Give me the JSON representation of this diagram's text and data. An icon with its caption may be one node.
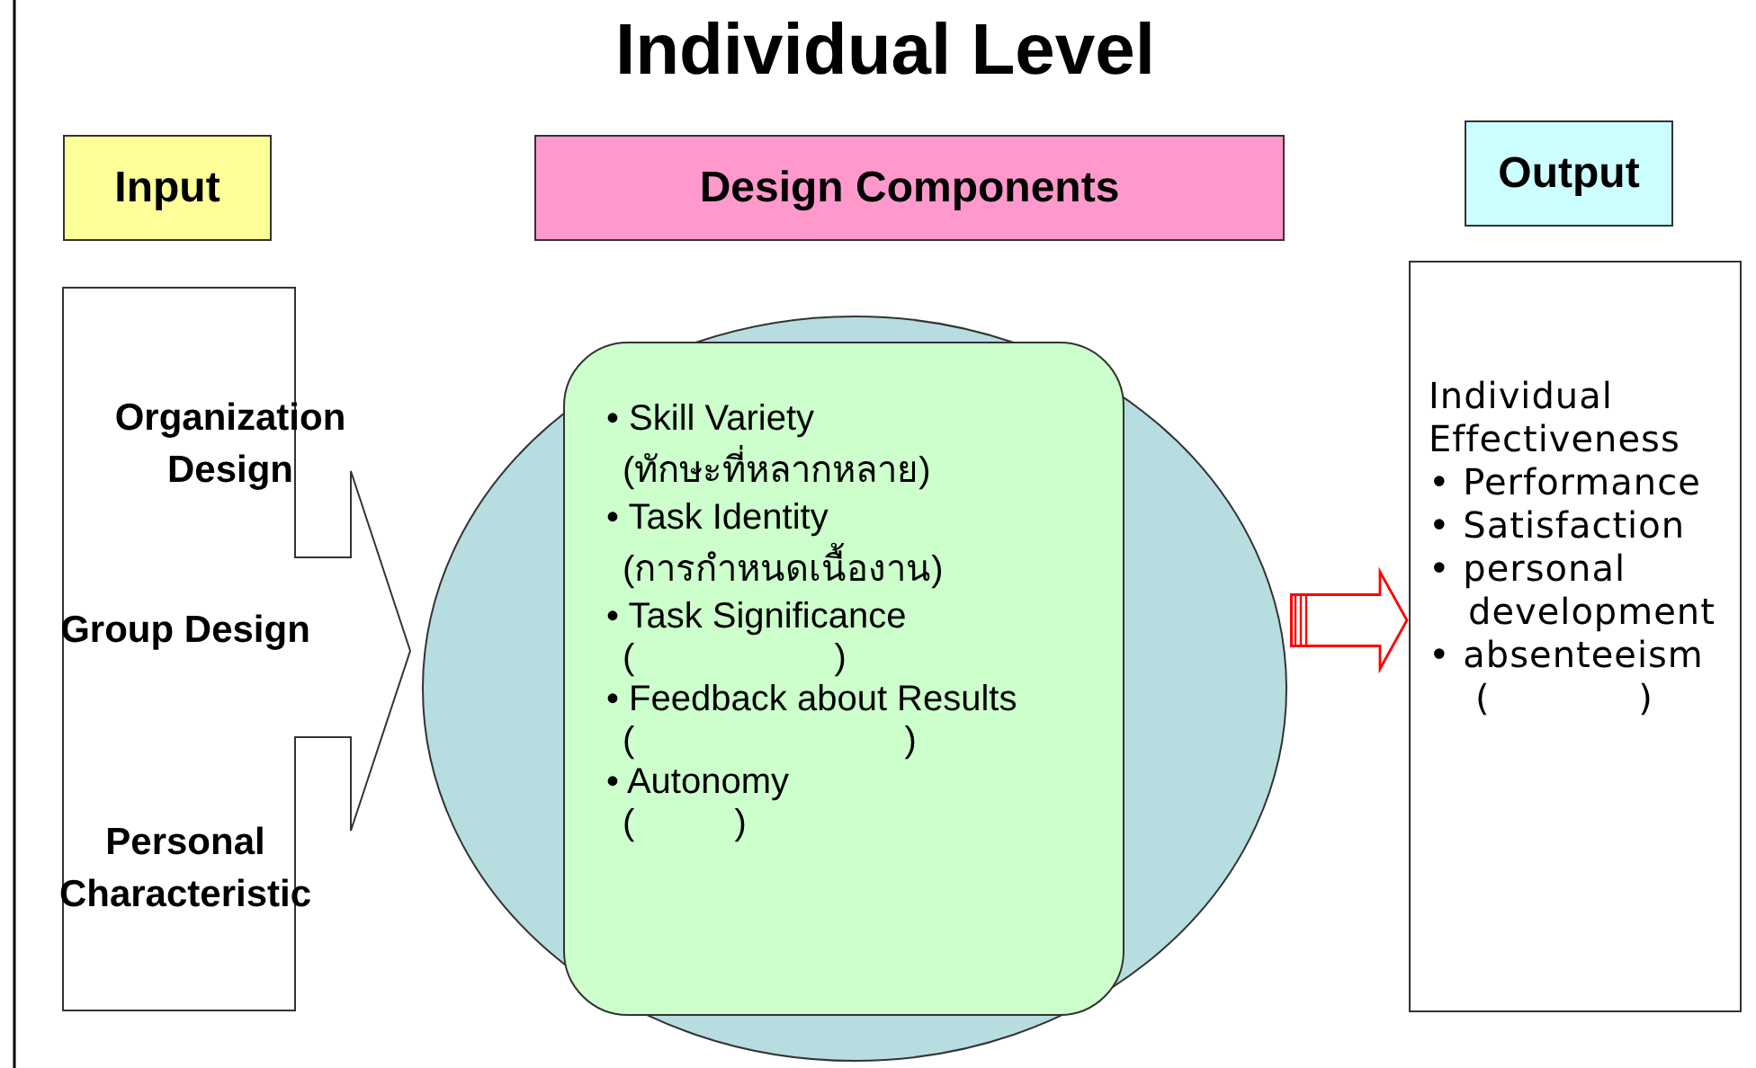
{
  "diagram": {
    "title": "Individual Level",
    "nodes": [
      {
        "text": [
          "Input"
        ]
      },
      {
        "text": [
          "Design Components"
        ]
      },
      {
        "text": [
          "Output"
        ]
      },
      {
        "text": [
          "Organization Design",
          "Group Design",
          "Personal Characteristic"
        ]
      },
      {
        "text": [],
        "shape": "circle"
      },
      {
        "text": [
          "• Skill Variety",
          "(ทักษะที่หลากหลาย)",
          "• Task Identity",
          "(การกำหนดเนื้องาน)",
          "• Task Significance",
          "(                    )",
          "• Feedback about Results",
          "(                           )",
          "• Autonomy",
          "(          )"
        ],
        "in": 4
      },
      {
        "text": [
          "Individual Effectiveness",
          "• Performance",
          "• Satisfaction",
          "• personal development",
          "• absenteeism",
          "(            )"
        ]
      }
    ],
    "edges": [
      {
        "from": 4,
        "to": 6,
        "arrow": "to",
        "color": "#ff0000"
      }
    ]
  }
}
